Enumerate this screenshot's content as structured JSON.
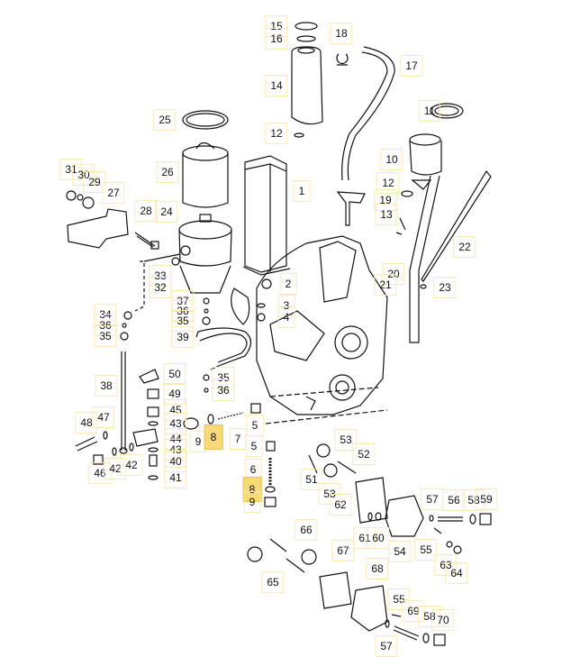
{
  "diagram": {
    "title": "Engine lubrication system exploded parts diagram",
    "highlight_color": "#f7d97a",
    "labels": [
      "15",
      "16",
      "14",
      "12",
      "18",
      "17",
      "11",
      "10",
      "12",
      "19",
      "13",
      "1",
      "25",
      "26",
      "31",
      "30",
      "29",
      "27",
      "28",
      "24",
      "33",
      "32",
      "22",
      "23",
      "20",
      "21",
      "2",
      "3",
      "4",
      "37",
      "36",
      "35",
      "34",
      "36",
      "35",
      "39",
      "50",
      "49",
      "35",
      "36",
      "38",
      "45",
      "43",
      "44",
      "43",
      "40",
      "41",
      "48",
      "47",
      "46",
      "42",
      "42",
      "9",
      "8",
      "7",
      "5",
      "5",
      "6",
      "8",
      "9",
      "65",
      "66",
      "67",
      "68",
      "53",
      "52",
      "51",
      "53",
      "62",
      "61",
      "60",
      "54",
      "55",
      "63",
      "64",
      "57",
      "56",
      "58",
      "59",
      "55",
      "69",
      "58",
      "70",
      "57"
    ],
    "highlighted_labels": [
      "8"
    ]
  }
}
